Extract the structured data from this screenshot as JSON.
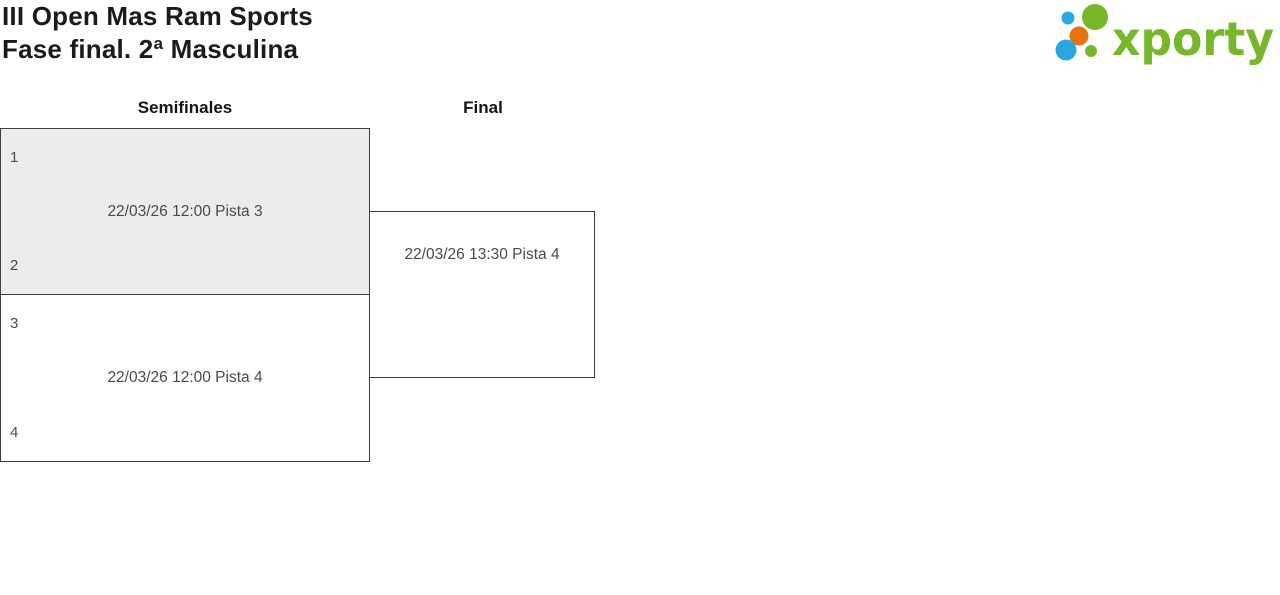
{
  "header": {
    "title": "III Open Mas Ram Sports",
    "subtitle": "Fase final. 2ª Masculina"
  },
  "logo": {
    "wordmark": "xporty",
    "wordmark_color": "#76b82a",
    "dot_colors": {
      "blue": "#29a8e0",
      "green": "#76b82a",
      "orange": "#e8730a"
    }
  },
  "bracket": {
    "rounds": [
      {
        "label": "Semifinales"
      },
      {
        "label": "Final"
      }
    ],
    "matches": [
      {
        "round": "Semifinales",
        "seed_top": "1",
        "seed_bottom": "2",
        "info": "22/03/26 12:00 Pista 3",
        "highlighted": true
      },
      {
        "round": "Semifinales",
        "seed_top": "3",
        "seed_bottom": "4",
        "info": "22/03/26 12:00 Pista 4",
        "highlighted": false
      },
      {
        "round": "Final",
        "info": "22/03/26 13:30 Pista 4",
        "highlighted": false
      }
    ]
  },
  "colors": {
    "highlight_fill": "#ececec",
    "box_border": "#3d3d3d",
    "muted_text": "#4a4a4a",
    "heading_text": "#1b1b1b"
  }
}
